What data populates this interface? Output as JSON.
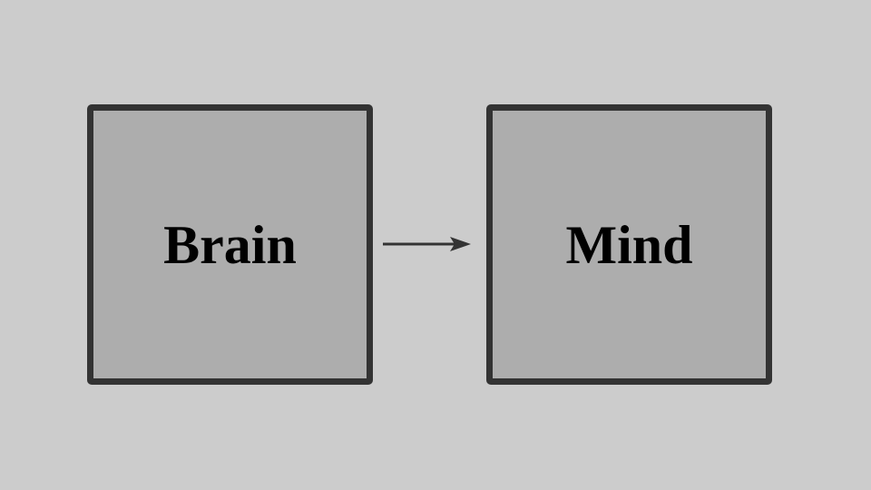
{
  "diagram": {
    "nodes": [
      {
        "id": "brain",
        "label": "Brain"
      },
      {
        "id": "mind",
        "label": "Mind"
      }
    ],
    "edges": [
      {
        "from": "brain",
        "to": "mind",
        "label": ""
      }
    ]
  },
  "colors": {
    "background": "#cccccc",
    "box_fill": "#adadad",
    "box_border": "#333333",
    "arrow": "#333333",
    "text": "#000000"
  }
}
